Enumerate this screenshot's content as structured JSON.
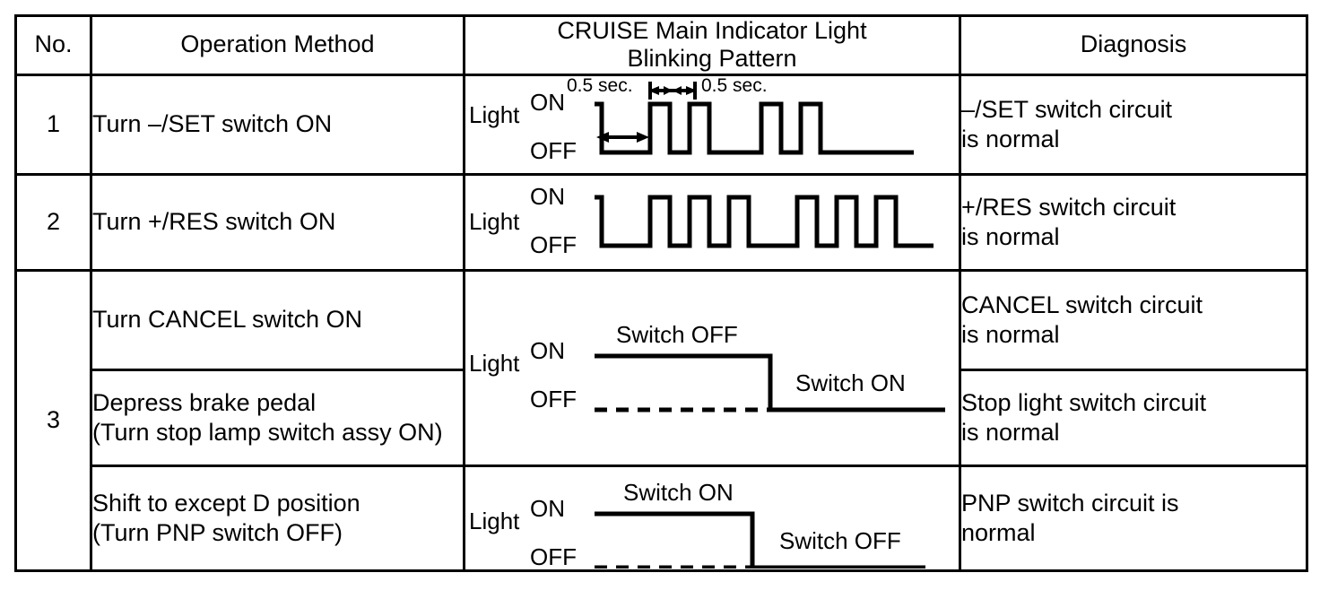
{
  "table": {
    "headers": {
      "no": "No.",
      "operation": "Operation Method",
      "pattern_line1": "CRUISE Main Indicator Light",
      "pattern_line2": "Blinking Pattern",
      "diagnosis": "Diagnosis"
    },
    "rows": [
      {
        "no": "1",
        "operation_line1": "Turn –/SET switch ON",
        "operation_line2": "",
        "diagnosis_line1": "–/SET switch circuit",
        "diagnosis_line2": "is normal"
      },
      {
        "no": "2",
        "operation_line1": "Turn +/RES switch ON",
        "operation_line2": "",
        "diagnosis_line1": "+/RES switch circuit",
        "diagnosis_line2": "is normal"
      },
      {
        "no": "3",
        "operation_line1": "Turn CANCEL switch ON",
        "operation_line2": "",
        "diagnosis_line1": "CANCEL switch circuit",
        "diagnosis_line2": "is normal"
      },
      {
        "no": "",
        "operation_line1": "Depress brake pedal",
        "operation_line2": "(Turn stop lamp switch assy ON)",
        "diagnosis_line1": "Stop light switch circuit",
        "diagnosis_line2": "is normal"
      },
      {
        "no": "",
        "operation_line1": "Shift to except D position",
        "operation_line2": "(Turn PNP switch OFF)",
        "diagnosis_line1": "PNP switch circuit is",
        "diagnosis_line2": "normal"
      }
    ]
  },
  "waveforms": {
    "axis_labels": {
      "light": "Light",
      "on": "ON",
      "off": "OFF"
    },
    "row1": {
      "timing_label_long": "0.5 sec.",
      "timing_label_short": "0.5 sec.",
      "description": "One long 0.5 sec OFF pulse then short blinks — code 1",
      "blink_code": 1
    },
    "row2": {
      "description": "Repeating short blink train — code 2",
      "blink_code": 2
    },
    "row3_cancel": {
      "label_left": "Switch OFF",
      "label_right": "Switch ON",
      "description": "Light ON while switch OFF, drops to OFF when switch turned ON"
    },
    "row3_pnp": {
      "label_left": "Switch ON",
      "label_right": "Switch OFF",
      "description": "Light ON while switch ON, drops to OFF when switch turned OFF"
    }
  },
  "colors": {
    "ink": "#000000",
    "paper": "#ffffff"
  }
}
